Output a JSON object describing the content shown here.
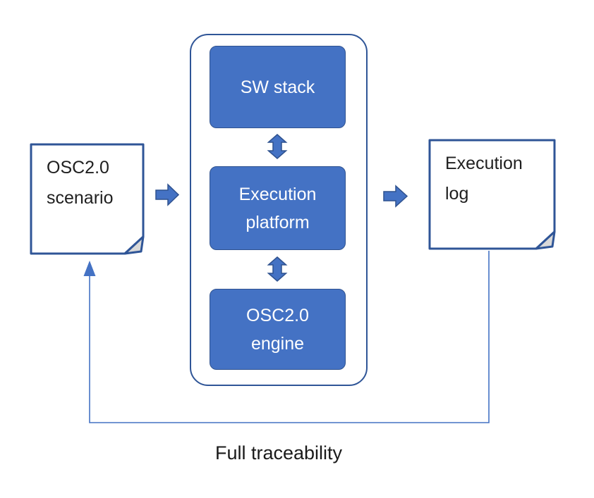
{
  "diagram": {
    "nodes": {
      "scenario_doc": {
        "line1": "OSC2.0",
        "line2": "scenario"
      },
      "execution_log_doc": {
        "line1": "Execution",
        "line2": "log"
      },
      "sw_stack_box": {
        "label": "SW stack"
      },
      "execution_platform_box": {
        "line1": "Execution",
        "line2": "platform"
      },
      "osc_engine_box": {
        "line1": "OSC2.0",
        "line2": "engine"
      }
    },
    "caption": "Full traceability",
    "colors": {
      "box_fill": "#4472C4",
      "box_border": "#2F528F",
      "outline_border": "#2F5597",
      "fold_fill": "#D9D9D9",
      "connector": "#4472C4",
      "box_text": "#FFFFFF",
      "doc_text": "#1F1F1F"
    }
  }
}
